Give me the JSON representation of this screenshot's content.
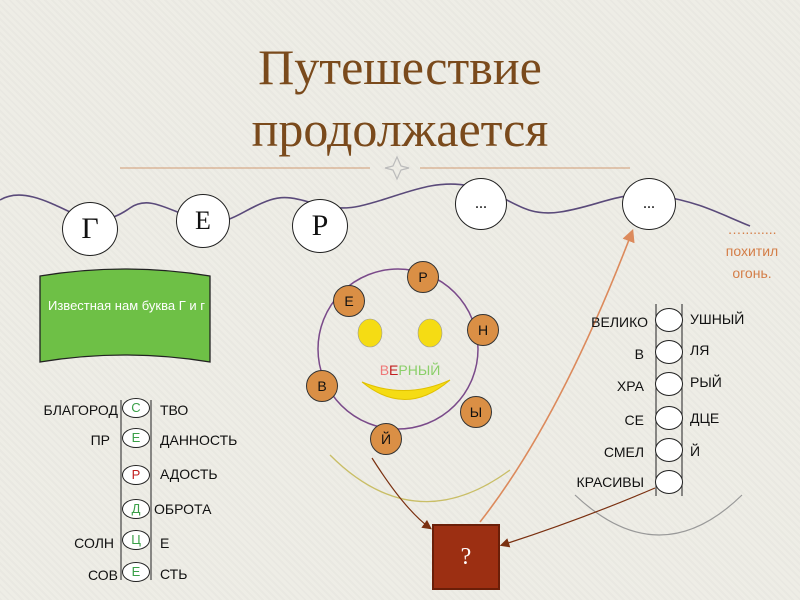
{
  "title": {
    "line1": "Путешествие",
    "line2": "продолжается"
  },
  "chain": [
    "Г",
    "Е",
    "Р",
    "...",
    "..."
  ],
  "flag": {
    "text": "Известная нам буква Г и г"
  },
  "side_note": "…......... похитил огонь.",
  "smiley": {
    "letters": [
      "В",
      "Е",
      "Р",
      "Н",
      "Ы",
      "Й"
    ],
    "word_parts": [
      "В",
      "Е",
      "РНЫЙ"
    ],
    "word_colors": [
      "#ee7878",
      "#c21f1f",
      "#8bcf6a"
    ]
  },
  "question_box": "?",
  "left_words": [
    {
      "prefix": "БЛАГОРОД",
      "letter": "С",
      "suffix": "ТВО",
      "letter_color": "#3aa048"
    },
    {
      "prefix": "ПР",
      "letter": "Е",
      "suffix": "ДАННОСТЬ",
      "letter_color": "#3aa048"
    },
    {
      "prefix": "",
      "letter": "Р",
      "suffix": "АДОСТЬ",
      "letter_color": "#c21f1f"
    },
    {
      "prefix": "",
      "letter": "Д",
      "suffix": "ОБРОТА",
      "letter_color": "#3aa048"
    },
    {
      "prefix": "СОЛН",
      "letter": "Ц",
      "suffix": "Е",
      "letter_color": "#3aa048"
    },
    {
      "prefix": "СОВ",
      "letter": "Е",
      "suffix": "СТЬ",
      "letter_color": "#3aa048"
    }
  ],
  "right_words": [
    {
      "prefix": "ВЕЛИКО",
      "suffix": "УШНЫЙ"
    },
    {
      "prefix": "В",
      "suffix": "ЛЯ"
    },
    {
      "prefix": "ХРА",
      "suffix": "РЫЙ"
    },
    {
      "prefix": "СЕ",
      "suffix": "ДЦЕ"
    },
    {
      "prefix": "СМЕЛ",
      "suffix": "Й"
    },
    {
      "prefix": "КРАСИВЫ",
      "suffix": ""
    }
  ],
  "colors": {
    "title": "#7a4a1c",
    "orb": "#da8f45",
    "flag": "#6ec046",
    "question_box": "#9c2f12",
    "arrow": "#dc8a5c",
    "note": "#d47e48",
    "face": "#f5dc14"
  }
}
